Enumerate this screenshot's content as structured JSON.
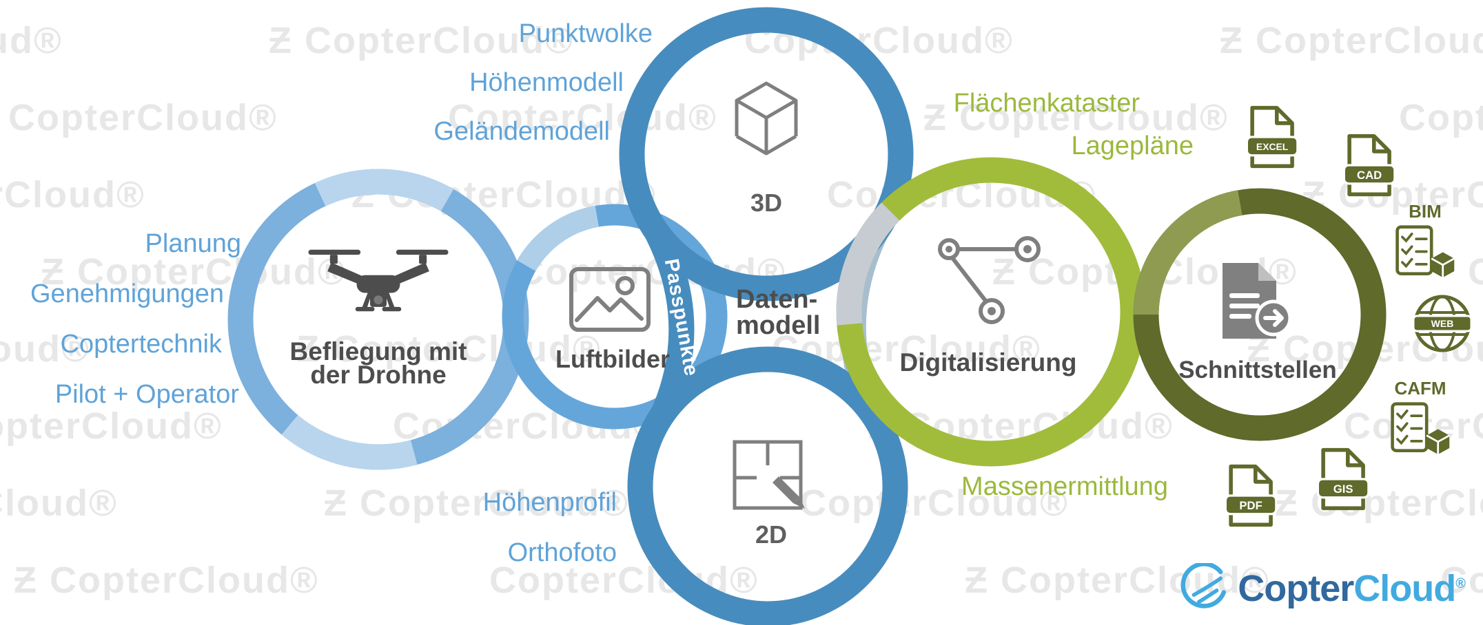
{
  "watermark": {
    "text": "CopterCloud",
    "reg": "®",
    "swirl": "Ƶ"
  },
  "flight": {
    "inputs": [
      "Planung",
      "Genehmigungen",
      "Coptertechnik",
      "Pilot + Operator"
    ],
    "label_line1": "Befliegung mit",
    "label_line2": "der Drohne"
  },
  "aerial": {
    "label": "Luftbilder",
    "arc_label": "Passpunkte"
  },
  "model": {
    "outputs_3d": [
      "Punktwolke",
      "Höhenmodell",
      "Geländemodell"
    ],
    "outputs_2d": [
      "Höhenprofil",
      "Orthofoto"
    ],
    "label_3d": "3D",
    "label_2d": "2D",
    "label_line1": "Daten-",
    "label_line2": "modell"
  },
  "digitization": {
    "label": "Digitalisierung",
    "output_top_1": "Flächenkataster",
    "output_top_2": "Lagepläne",
    "output_bottom": "Massenermittlung"
  },
  "interfaces": {
    "label": "Schnittstellen",
    "formats": {
      "excel": "EXCEL",
      "cad": "CAD",
      "bim": "BIM",
      "web": "WEB",
      "cafm": "CAFM",
      "gis": "GIS",
      "pdf": "PDF"
    }
  },
  "logo": {
    "part1": "Copter",
    "part2": "Cloud",
    "reg": "®"
  },
  "colors": {
    "light_blue_text": "#5FA3D8",
    "ring_flight_blue": "#7CB0DD",
    "ring_flight_blue_light": "#B9D5EE",
    "ring_aerial_blue": "#64A6DA",
    "ring_model_blue": "#478CBE",
    "ring_model_gray": "#A8BECE",
    "green": "#A1BC3B",
    "green_text": "#9CB83C",
    "gray_segment": "#C6CCD2",
    "dark_olive": "#5F6A2B",
    "olive_light": "#8E9B50",
    "icon_gray": "#7F7F7F",
    "text_dark_gray": "#4D4D4D",
    "logo_dark_blue": "#31689E",
    "logo_light_blue": "#41AADF",
    "watermark_gray": "#E7E7E7"
  }
}
